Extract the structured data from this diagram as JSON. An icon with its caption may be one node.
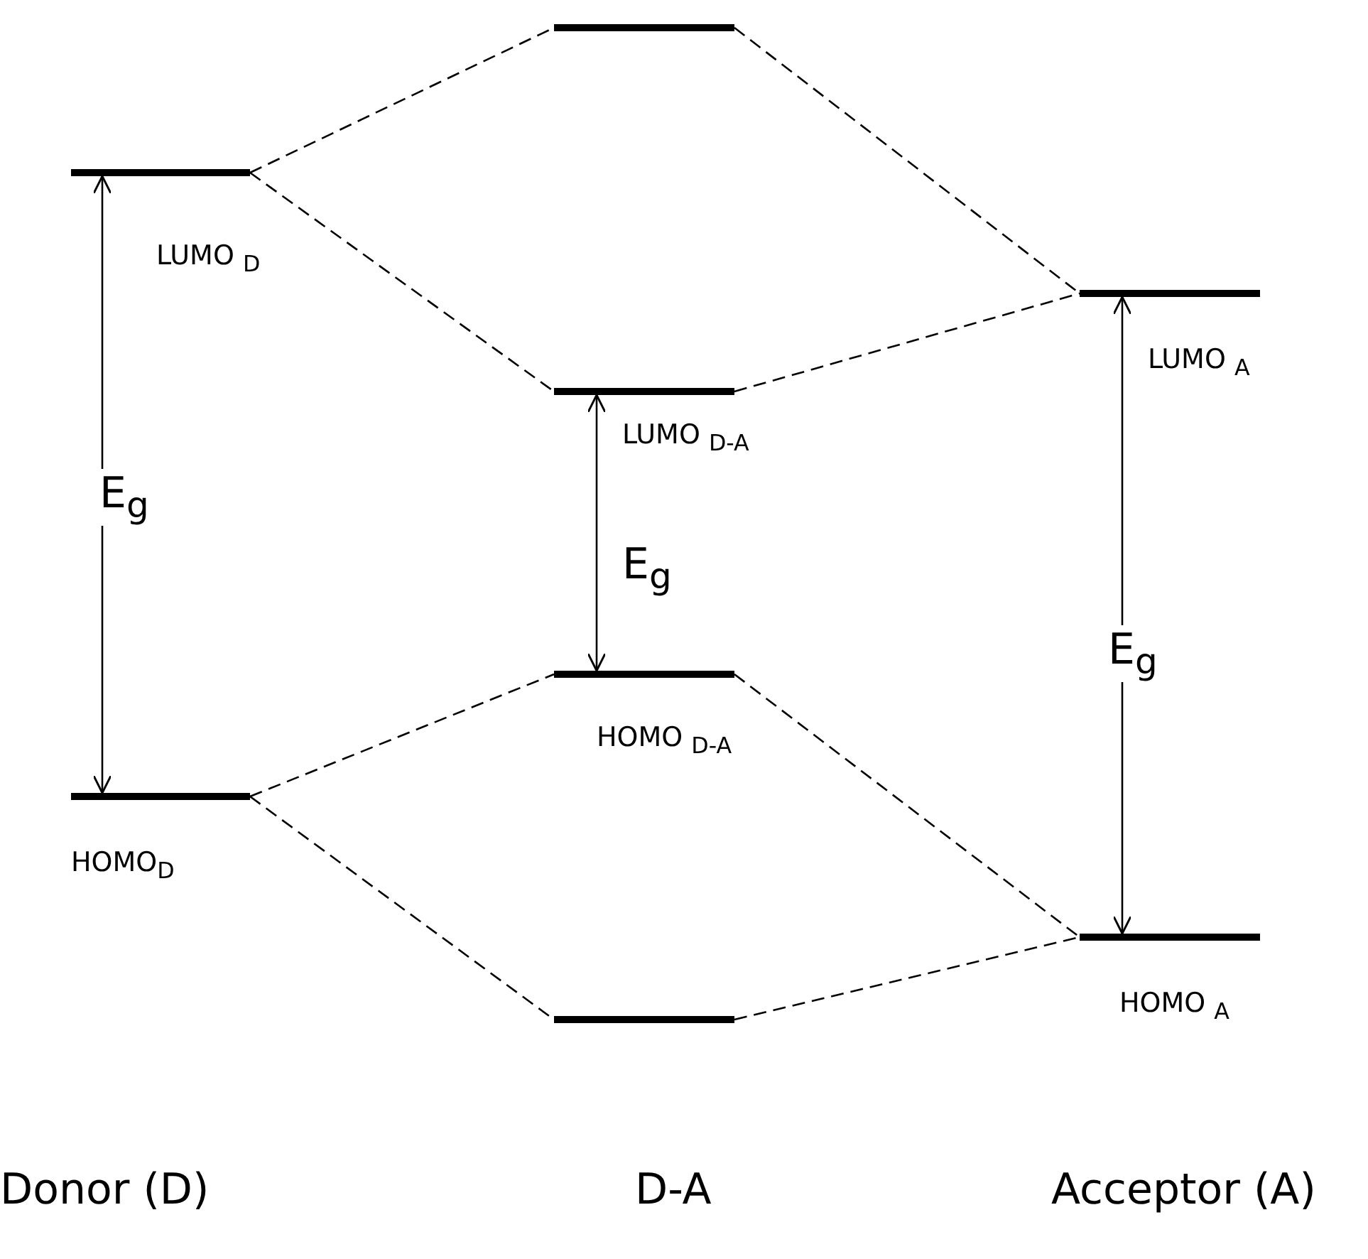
{
  "diagram": {
    "nodes": [
      {
        "text": [],
        "shape": "bar",
        "beside": [
          "LUMO $_{D}$"
        ]
      },
      {
        "text": [],
        "shape": "bar",
        "beside": [
          "HOMO$_{D}$"
        ]
      },
      {
        "text": [],
        "shape": "bar"
      },
      {
        "text": [],
        "shape": "bar",
        "beside": [
          "LUMO $_{D-A}$"
        ]
      },
      {
        "text": [],
        "shape": "bar",
        "beside": [
          "HOMO $_{D-A}$"
        ]
      },
      {
        "text": [],
        "shape": "bar"
      },
      {
        "text": [],
        "shape": "bar",
        "beside": [
          "LUMO $_{A}$"
        ]
      },
      {
        "text": [],
        "shape": "bar",
        "beside": [
          "HOMO $_{A}$"
        ]
      }
    ],
    "edges": [
      {
        "from": 0,
        "to": 2,
        "arrow": "none",
        "style": "dashed"
      },
      {
        "from": 0,
        "to": 3,
        "arrow": "none",
        "style": "dashed"
      },
      {
        "from": 2,
        "to": 6,
        "arrow": "none",
        "style": "dashed"
      },
      {
        "from": 3,
        "to": 6,
        "arrow": "none",
        "style": "dashed"
      },
      {
        "from": 1,
        "to": 4,
        "arrow": "none",
        "style": "dashed"
      },
      {
        "from": 1,
        "to": 5,
        "arrow": "none",
        "style": "dashed"
      },
      {
        "from": 4,
        "to": 7,
        "arrow": "none",
        "style": "dashed"
      },
      {
        "from": 5,
        "to": 7,
        "arrow": "none",
        "style": "dashed"
      },
      {
        "from": 0,
        "to": 1,
        "arrow": "both",
        "label": "E$_{g}$"
      },
      {
        "from": 3,
        "to": 4,
        "arrow": "both",
        "label": "E$_{g}$"
      },
      {
        "from": 6,
        "to": 7,
        "arrow": "both",
        "label": "E$_{g}$"
      }
    ],
    "labels": [
      "Donor (D)",
      "D-A",
      "Acceptor (A)"
    ]
  }
}
